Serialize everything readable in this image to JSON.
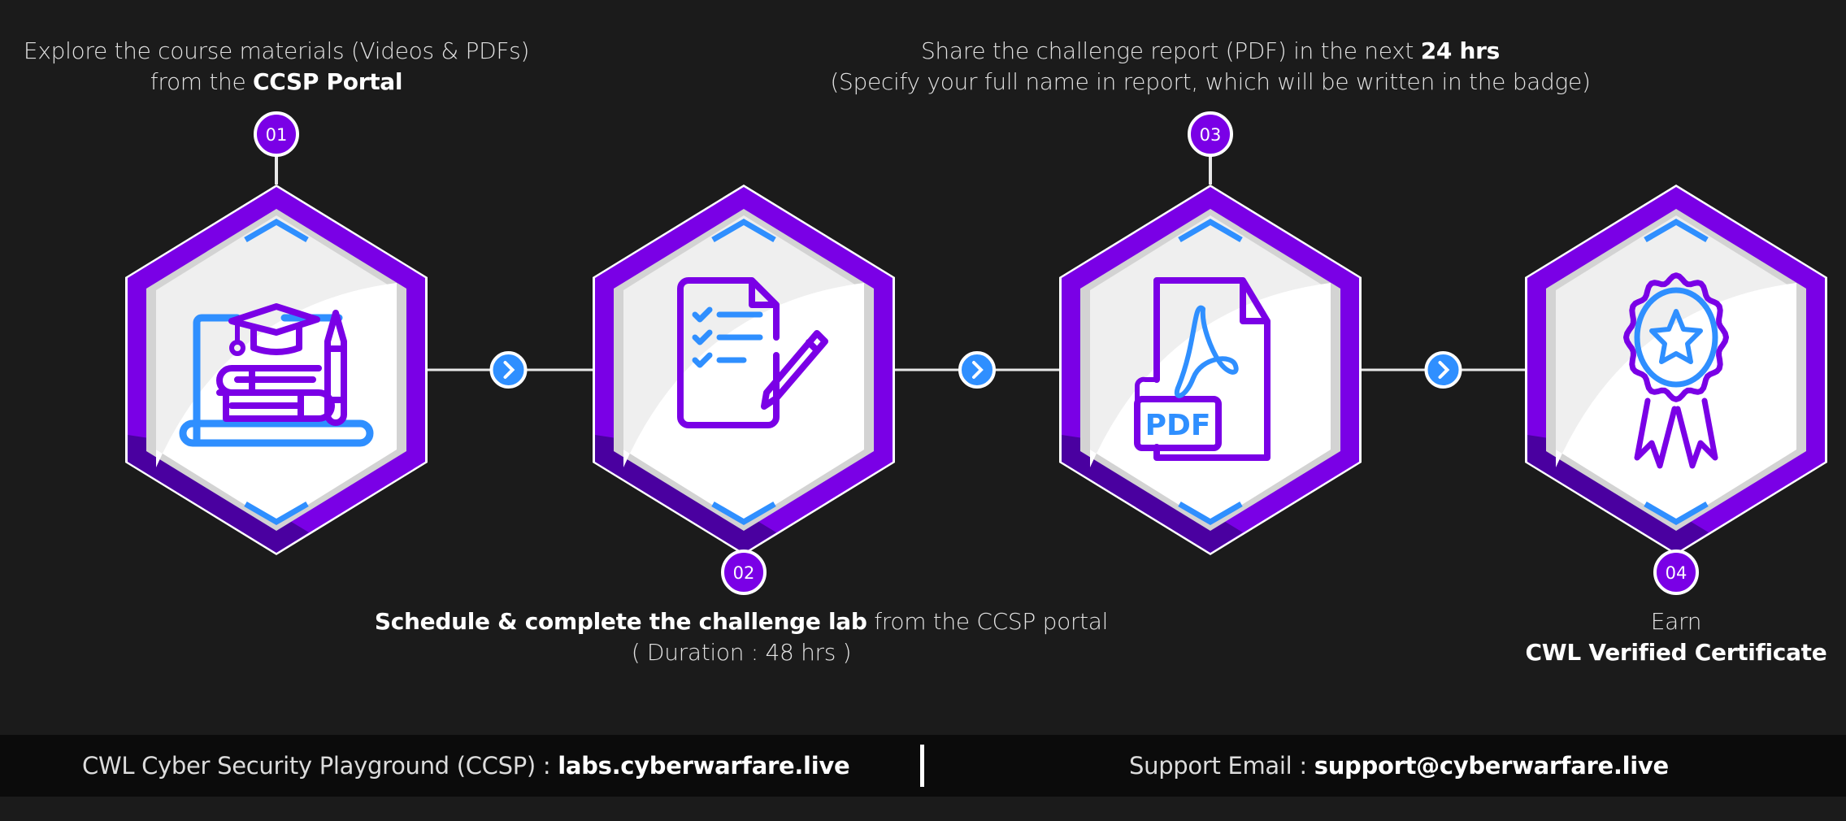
{
  "steps": [
    {
      "number": "01",
      "icon": "graduation-books-laptop-icon",
      "text_line1": "Explore the course materials (Videos & PDFs)",
      "text_line2_pre": "from the ",
      "text_line2_bold": "CCSP Portal"
    },
    {
      "number": "02",
      "icon": "document-edit-checklist-icon",
      "text_line1_bold": "Schedule & complete the challenge lab",
      "text_line1_post": " from the CCSP portal",
      "text_line2": "( Duration : 48 hrs )"
    },
    {
      "number": "03",
      "icon": "pdf-file-icon",
      "text_line1_pre": "Share the challenge report (PDF) in the next ",
      "text_line1_bold": "24 hrs",
      "text_line2": "(Specify your full name in report, which will be written in the badge)",
      "pdf_label": "PDF"
    },
    {
      "number": "04",
      "icon": "award-ribbon-star-icon",
      "text_line1": "Earn",
      "text_line2_bold": "CWL Verified Certificate"
    }
  ],
  "footer": {
    "left_label": "CWL Cyber Security Playground (CCSP) : ",
    "left_link": "labs.cyberwarfare.live",
    "right_label": "Support Email : ",
    "right_link": "support@cyberwarfare.live"
  },
  "colors": {
    "purple": "#7a00e6",
    "dark_purple": "#4a00a0",
    "blue": "#2f8fff",
    "background": "#1b1b1b",
    "footer": "#0b0b0b"
  }
}
